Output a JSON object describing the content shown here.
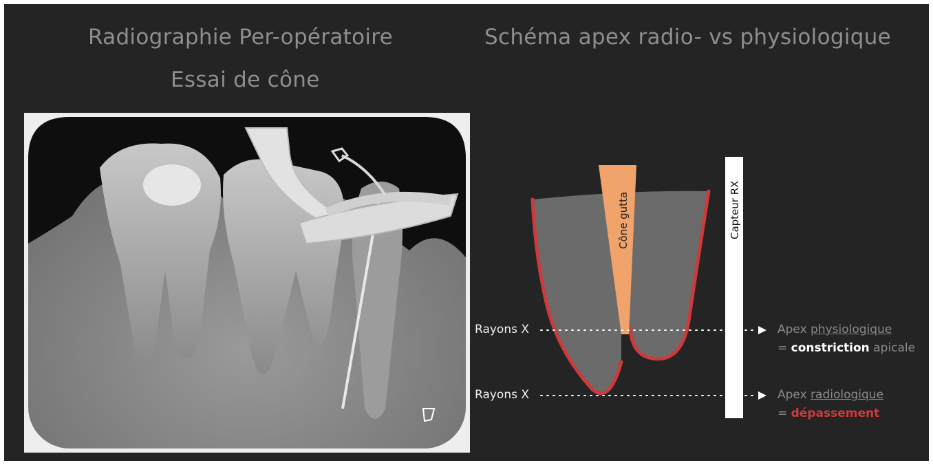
{
  "titles": {
    "left_line1": "Radiographie Per-opératoire",
    "left_line2": "Essai de cône",
    "right": "Schéma apex radio- vs physiologique"
  },
  "diagram": {
    "cone_label": "Cône gutta",
    "sensor_label": "Capteur RX",
    "ray1_label": "Rayons X",
    "ray2_label": "Rayons X",
    "apex1": {
      "prefix": "Apex ",
      "term": "physiologique",
      "eq": "= ",
      "bold": "constriction",
      "suffix": " apicale"
    },
    "apex2": {
      "prefix": "Apex ",
      "term": "radiologique",
      "eq": "= ",
      "bold": "dépassement"
    }
  },
  "colors": {
    "slide_bg": "#242424",
    "tooth_fill": "#6b6b6b",
    "tooth_outline": "#cc3b3b",
    "cone": "#f0a36a",
    "sensor": "#ffffff",
    "title_text": "#8e8e8e",
    "accent_red": "#d23a3a"
  },
  "icons": {
    "arrow": "triangle-right-icon"
  }
}
